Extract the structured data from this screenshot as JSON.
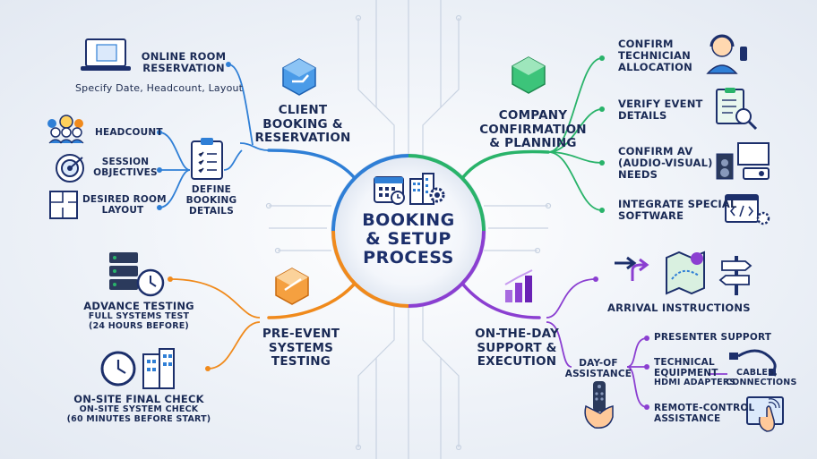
{
  "center": {
    "title_line1": "BOOKING",
    "title_line2": "& SETUP",
    "title_line3": "PROCESS"
  },
  "colors": {
    "client": "#2f7fd6",
    "company": "#29b36a",
    "testing": "#f08a1c",
    "support": "#8b3fd1"
  },
  "client": {
    "title": [
      "CLIENT",
      "BOOKING &",
      "RESERVATION"
    ],
    "online": {
      "title": [
        "ONLINE ROOM",
        "RESERVATION"
      ],
      "subtitle": "Specify Date, Headcount, Layout"
    },
    "define": {
      "title": [
        "DEFINE",
        "BOOKING",
        "DETAILS"
      ]
    },
    "headcount": "HEADCOUNT",
    "objectives": [
      "SESSION",
      "OBJECTIVES"
    ],
    "layout": [
      "DESIRED ROOM",
      "LAYOUT"
    ]
  },
  "company": {
    "title": [
      "COMPANY",
      "CONFIRMATION",
      "& PLANNING"
    ],
    "items": [
      [
        "CONFIRM",
        "TECHNICIAN",
        "ALLOCATION"
      ],
      [
        "VERIFY EVENT",
        "DETAILS"
      ],
      [
        "CONFIRM AV",
        "(AUDIO-VISUAL)",
        "NEEDS"
      ],
      [
        "INTEGRATE SPECIAL",
        "SOFTWARE"
      ]
    ]
  },
  "testing": {
    "title": [
      "PRE-EVENT",
      "SYSTEMS",
      "TESTING"
    ],
    "advance": {
      "title": "ADVANCE TESTING",
      "sub": [
        "FULL SYSTEMS TEST",
        "(24 HOURS BEFORE)"
      ]
    },
    "onsite": {
      "title": "ON-SITE FINAL CHECK",
      "sub": [
        "ON-SITE SYSTEM CHECK",
        "(60 MINUTES BEFORE START)"
      ]
    }
  },
  "support": {
    "title": [
      "ON-THE-DAY",
      "SUPPORT &",
      "EXECUTION"
    ],
    "arrival": "ARRIVAL INSTRUCTIONS",
    "dayof": [
      "DAY-OF",
      "ASSISTANCE"
    ],
    "presenter": "PRESENTER SUPPORT",
    "tech": [
      "TECHNICAL",
      "EQUIPMENT",
      "HDMI ADAPTERS"
    ],
    "cables": [
      "CABLES,",
      "CONNECTIONS"
    ],
    "remote": [
      "REMOTE-CONTROL",
      "ASSISTANCE"
    ]
  },
  "icons": [
    "laptop-calendar-icon",
    "people-money-icon",
    "target-icon",
    "floor-plan-icon",
    "clipboard-icon",
    "cube-icon",
    "headset-technician-icon",
    "clipboard-magnifier-icon",
    "av-equipment-icon",
    "code-window-icon",
    "server-clock-icon",
    "clock-icon",
    "building-icon",
    "arrows-icon",
    "map-pin-icon",
    "signpost-icon",
    "bar-chart-icon",
    "cable-icon",
    "remote-hand-icon",
    "touchscreen-icon",
    "calendar-icon",
    "gear-icon"
  ]
}
